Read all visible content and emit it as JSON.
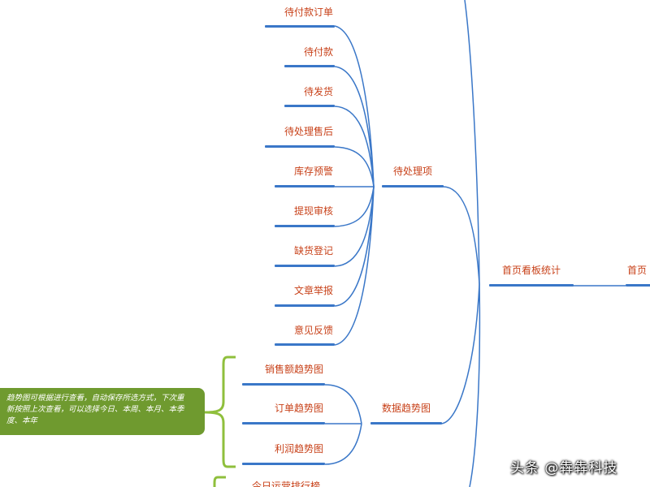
{
  "diagram": {
    "root": "首页",
    "branch": "首页看板统计",
    "groups": [
      {
        "label": "待处理项",
        "items": [
          "待付款订单",
          "待付款",
          "待发货",
          "待处理售后",
          "库存预警",
          "提现审核",
          "缺货登记",
          "文章举报",
          "意见反馈"
        ]
      },
      {
        "label": "数据趋势图",
        "items": [
          "销售额趋势图",
          "订单趋势图",
          "利润趋势图"
        ]
      }
    ],
    "partial_item": "今日运营排行榜",
    "note_lines": [
      "趋势图可根据进行查看，自动保存所选方式，下次重",
      "新按照上次查看，可以选择今日、本周、本月、本季",
      "度、本年"
    ]
  },
  "watermark": "头条 @犇犇科技",
  "colors": {
    "line": "#3a77c8",
    "text": "#c8421a",
    "bracket": "#8fbf3c",
    "note_bg": "#6f9a2f"
  }
}
